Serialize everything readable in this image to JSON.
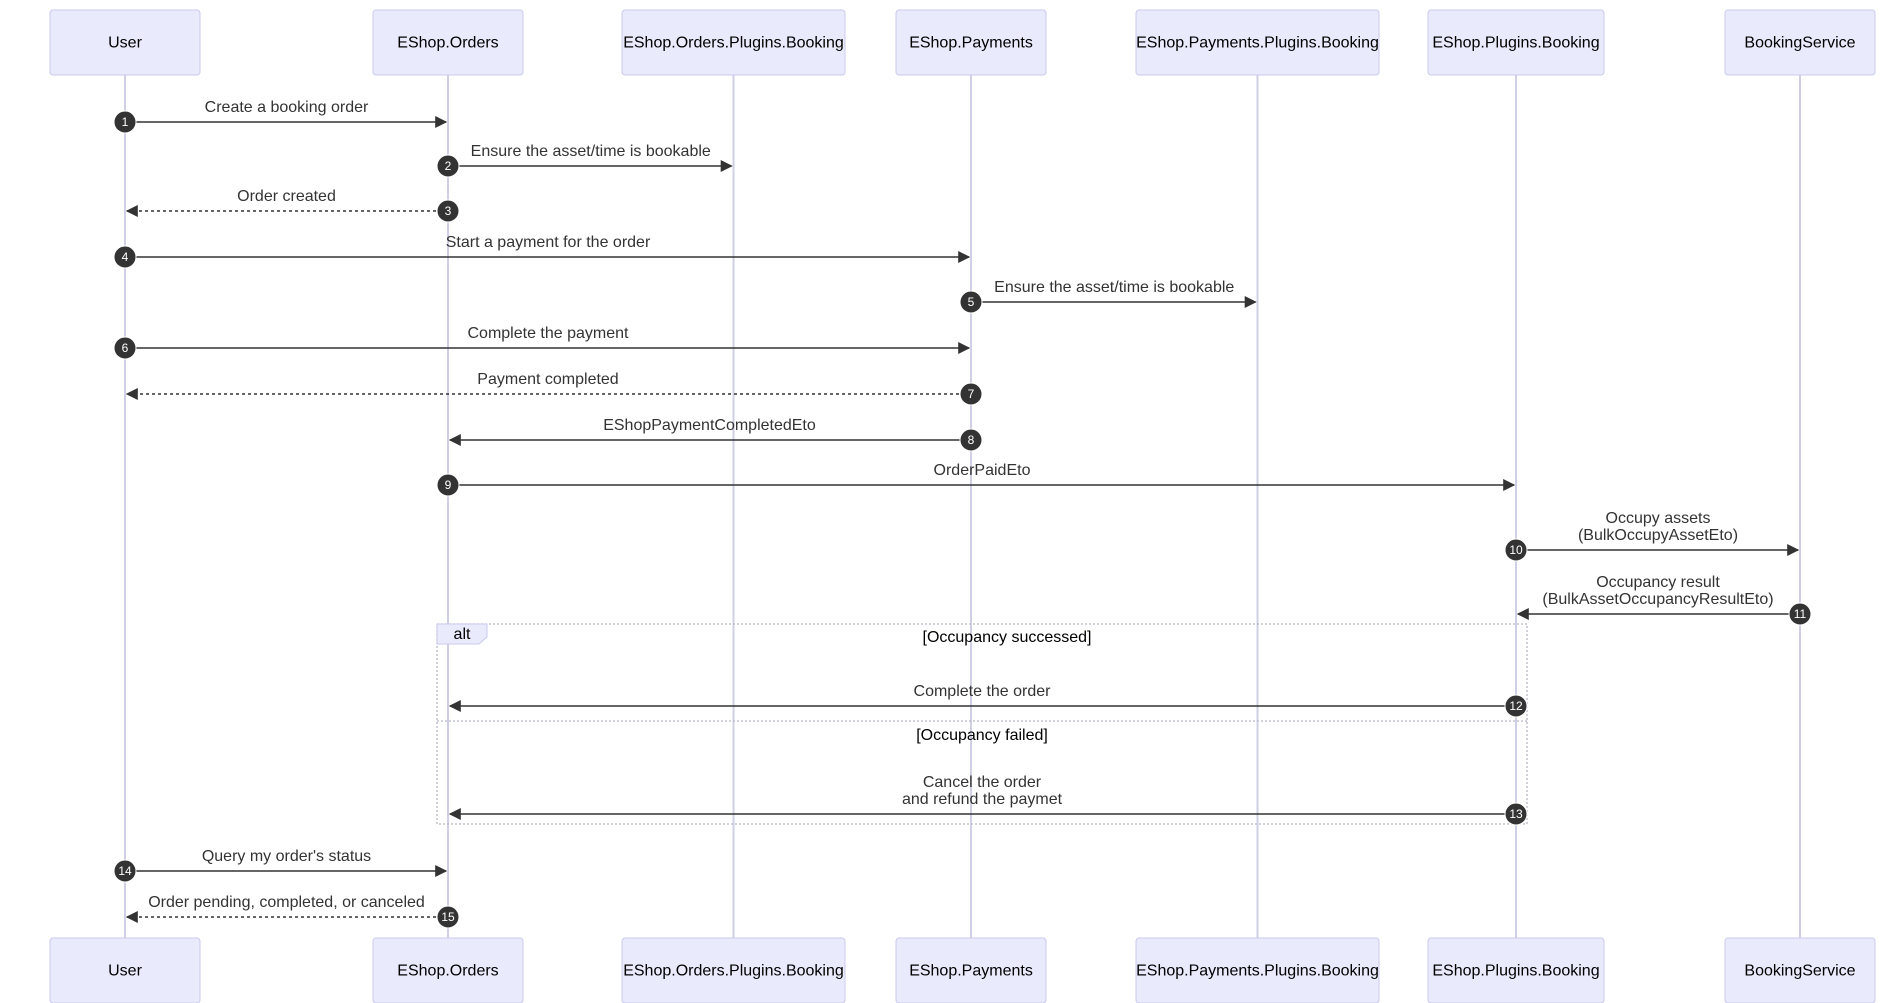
{
  "participants": [
    {
      "id": "user",
      "label": "User"
    },
    {
      "id": "orders",
      "label": "EShop.Orders"
    },
    {
      "id": "orders_booking",
      "label": "EShop.Orders.Plugins.Booking"
    },
    {
      "id": "payments",
      "label": "EShop.Payments"
    },
    {
      "id": "payments_booking",
      "label": "EShop.Payments.Plugins.Booking"
    },
    {
      "id": "plugins_booking",
      "label": "EShop.Plugins.Booking"
    },
    {
      "id": "booking_service",
      "label": "BookingService"
    }
  ],
  "messages": [
    {
      "num": "1",
      "from": "user",
      "to": "orders",
      "style": "solid",
      "lines": [
        "Create a booking order"
      ]
    },
    {
      "num": "2",
      "from": "orders",
      "to": "orders_booking",
      "style": "solid",
      "lines": [
        "Ensure the asset/time is bookable"
      ]
    },
    {
      "num": "3",
      "from": "orders",
      "to": "user",
      "style": "dotted",
      "lines": [
        "Order created"
      ]
    },
    {
      "num": "4",
      "from": "user",
      "to": "payments",
      "style": "solid",
      "lines": [
        "Start a payment for the order"
      ]
    },
    {
      "num": "5",
      "from": "payments",
      "to": "payments_booking",
      "style": "solid",
      "lines": [
        "Ensure the asset/time is bookable"
      ]
    },
    {
      "num": "6",
      "from": "user",
      "to": "payments",
      "style": "solid",
      "lines": [
        "Complete the payment"
      ]
    },
    {
      "num": "7",
      "from": "payments",
      "to": "user",
      "style": "dotted",
      "lines": [
        "Payment completed"
      ]
    },
    {
      "num": "8",
      "from": "payments",
      "to": "orders",
      "style": "solid",
      "lines": [
        "EShopPaymentCompletedEto"
      ]
    },
    {
      "num": "9",
      "from": "orders",
      "to": "plugins_booking",
      "style": "solid",
      "lines": [
        "OrderPaidEto"
      ]
    },
    {
      "num": "10",
      "from": "plugins_booking",
      "to": "booking_service",
      "style": "solid",
      "lines": [
        "Occupy assets",
        "(BulkOccupyAssetEto)"
      ]
    },
    {
      "num": "11",
      "from": "booking_service",
      "to": "plugins_booking",
      "style": "solid",
      "lines": [
        "Occupancy result",
        "(BulkAssetOccupancyResultEto)"
      ]
    },
    {
      "num": "12",
      "from": "plugins_booking",
      "to": "orders",
      "style": "solid",
      "lines": [
        "Complete the order"
      ]
    },
    {
      "num": "13",
      "from": "plugins_booking",
      "to": "orders",
      "style": "solid",
      "lines": [
        "Cancel the order",
        "and refund the paymet"
      ]
    },
    {
      "num": "14",
      "from": "user",
      "to": "orders",
      "style": "solid",
      "lines": [
        "Query my order's status"
      ]
    },
    {
      "num": "15",
      "from": "orders",
      "to": "user",
      "style": "dotted",
      "lines": [
        "Order pending, completed, or canceled"
      ]
    }
  ],
  "alt_frame": {
    "kind": "alt",
    "sections": [
      {
        "condition": "[Occupancy successed]",
        "messages": [
          "12"
        ]
      },
      {
        "condition": "[Occupancy failed]",
        "messages": [
          "13"
        ]
      }
    ]
  },
  "colors": {
    "actor_fill": "#eaeafd",
    "actor_border": "#c9c9ee",
    "lifeline": "#cfd0e6",
    "message": "#333333"
  }
}
